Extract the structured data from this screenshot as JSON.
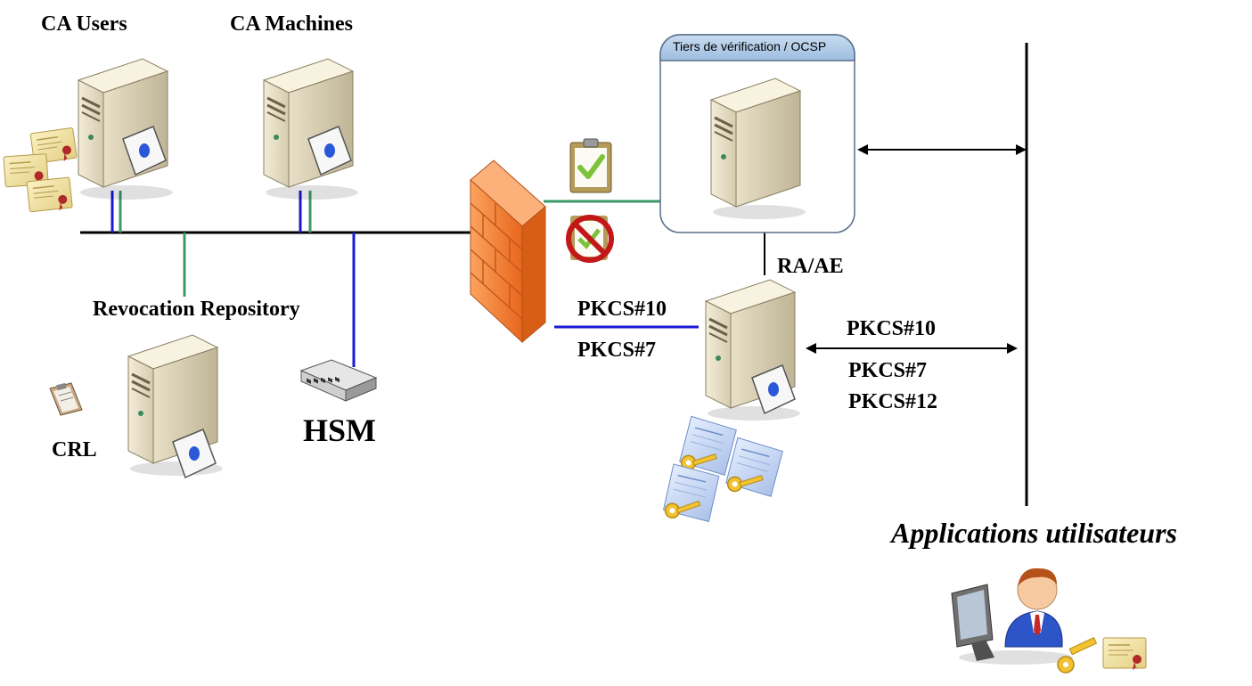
{
  "labels": {
    "ca_users": "CA Users",
    "ca_machines": "CA Machines",
    "revocation_repository": "Revocation Repository",
    "crl": "CRL",
    "hsm": "HSM",
    "ocsp_box_title": "Tiers de vérification  / OCSP",
    "ra_ae": "RA/AE",
    "pkcs10_left": "PKCS#10",
    "pkcs7_left": "PKCS#7",
    "pkcs10_right": "PKCS#10",
    "pkcs7_right": "PKCS#7",
    "pkcs12_right": "PKCS#12",
    "apps_users": "Applications utilisateurs"
  },
  "icons": [
    "server-icon",
    "certificate-icon",
    "firewall-icon",
    "clipboard-check-icon",
    "clipboard-forbidden-icon",
    "network-switch-icon",
    "key-certificate-icon",
    "user-computer-icon",
    "clipboard-icon"
  ],
  "colors": {
    "bus_line": "#000000",
    "blue_link": "#1a1ad6",
    "green_link": "#3c9a6a",
    "firewall": "#f47a26",
    "ocsp_header": "#a9c6e6"
  }
}
